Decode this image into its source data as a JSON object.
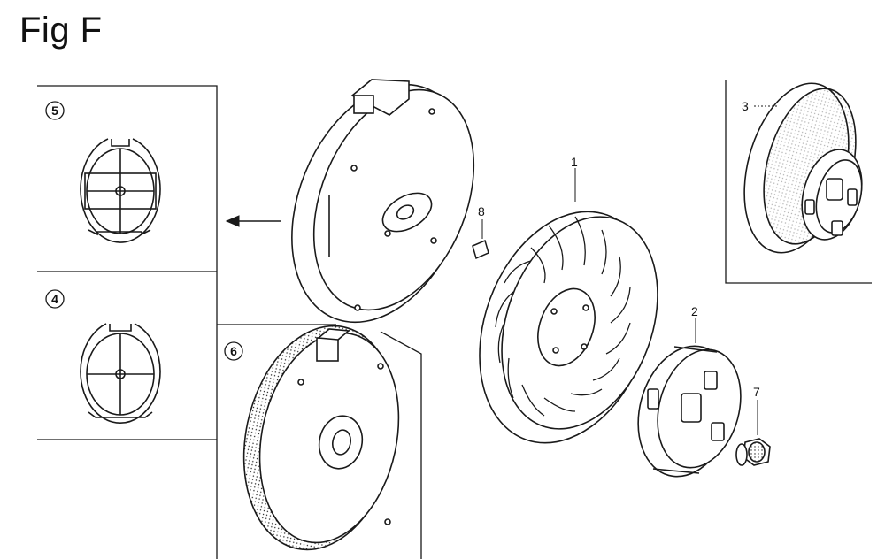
{
  "title": "Fig F",
  "callouts": {
    "p1": "1",
    "p2": "2",
    "p3": "3",
    "p4": "4",
    "p5": "5",
    "p6": "6",
    "p7": "7",
    "p8": "8"
  },
  "colors": {
    "line": "#1a1a1a",
    "paper": "#ffffff"
  }
}
